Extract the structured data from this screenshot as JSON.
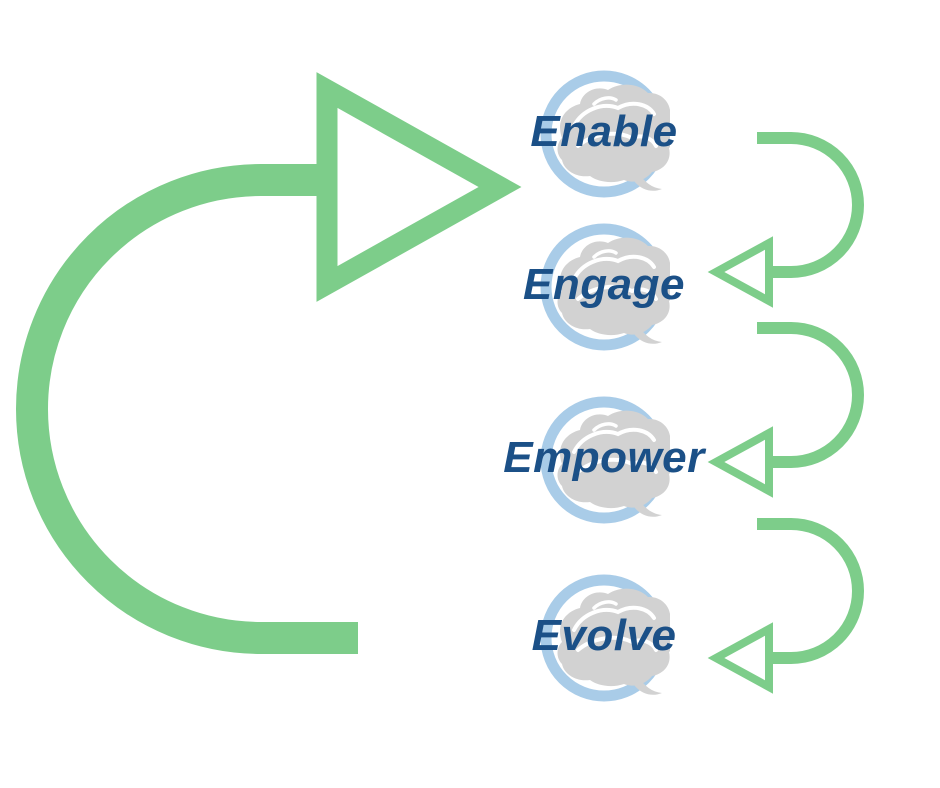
{
  "diagram": {
    "items": [
      {
        "label": "Enable"
      },
      {
        "label": "Engage"
      },
      {
        "label": "Empower"
      },
      {
        "label": "Evolve"
      }
    ],
    "icons": {
      "step_icon": "brain-speech-bubble-icon",
      "main_arrow": "cycle-curved-arrow",
      "connector": "loop-back-arrow"
    },
    "colors": {
      "arrow_green": "#7dcd8a",
      "ring_blue": "#a9cce8",
      "brain_gray": "#d2d2d2",
      "label_navy": "#1b5087",
      "background": "#ffffff"
    }
  }
}
